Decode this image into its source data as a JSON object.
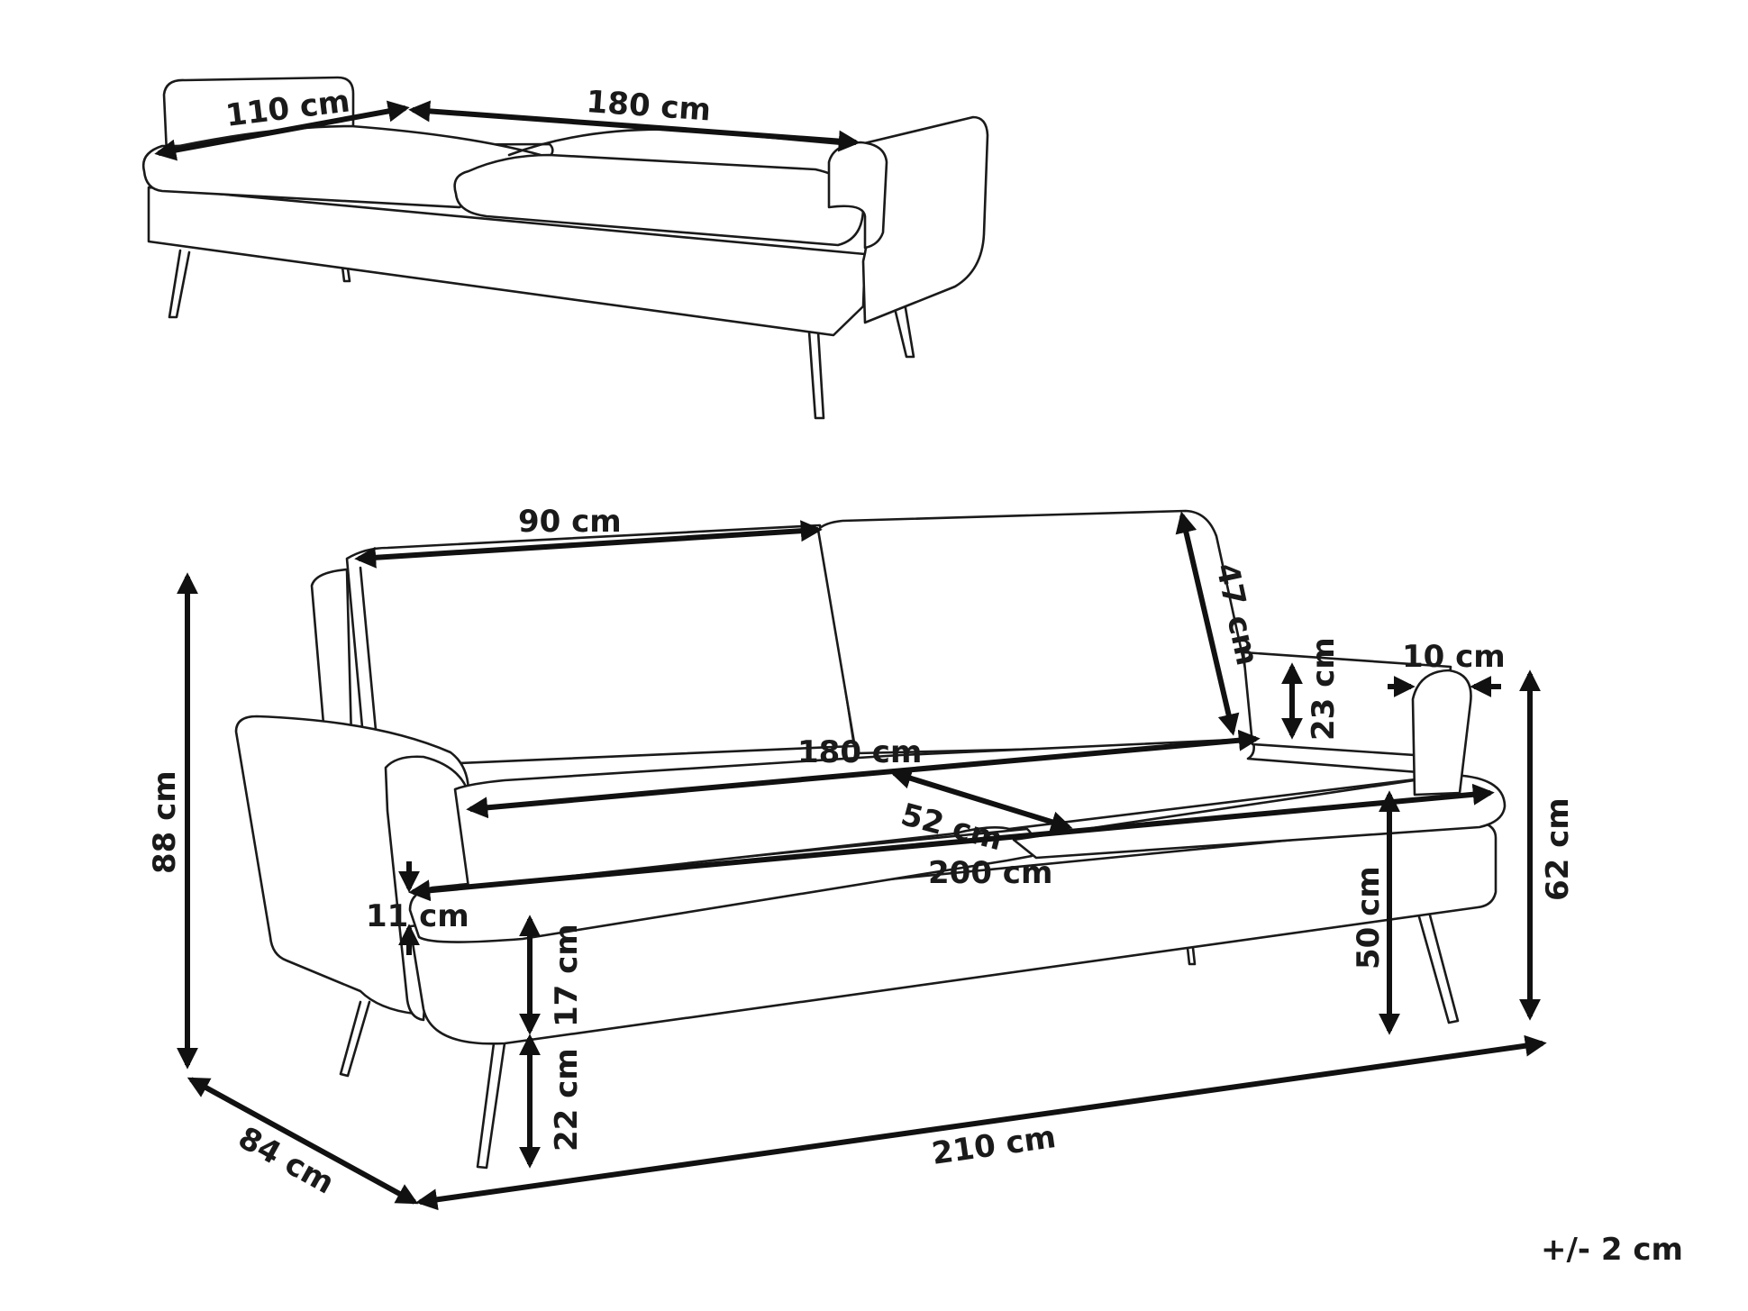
{
  "diagram": {
    "top_view_labels": {
      "depth": "110 cm",
      "length": "180 cm"
    },
    "main_view_labels": {
      "backrest_width": "90 cm",
      "backrest_height": "47 cm",
      "armrest_height": "23 cm",
      "armrest_width": "10 cm",
      "overall_height": "88 cm",
      "seat_width": "180 cm",
      "seat_depth": "52 cm",
      "armrest_top_height": "62 cm",
      "inner_length": "200 cm",
      "cushion_height": "11 cm",
      "seat_height": "50 cm",
      "base_height": "17 cm",
      "leg_height": "22 cm",
      "overall_depth": "84 cm",
      "overall_length": "210 cm"
    },
    "tolerance": "+/- 2 cm"
  }
}
